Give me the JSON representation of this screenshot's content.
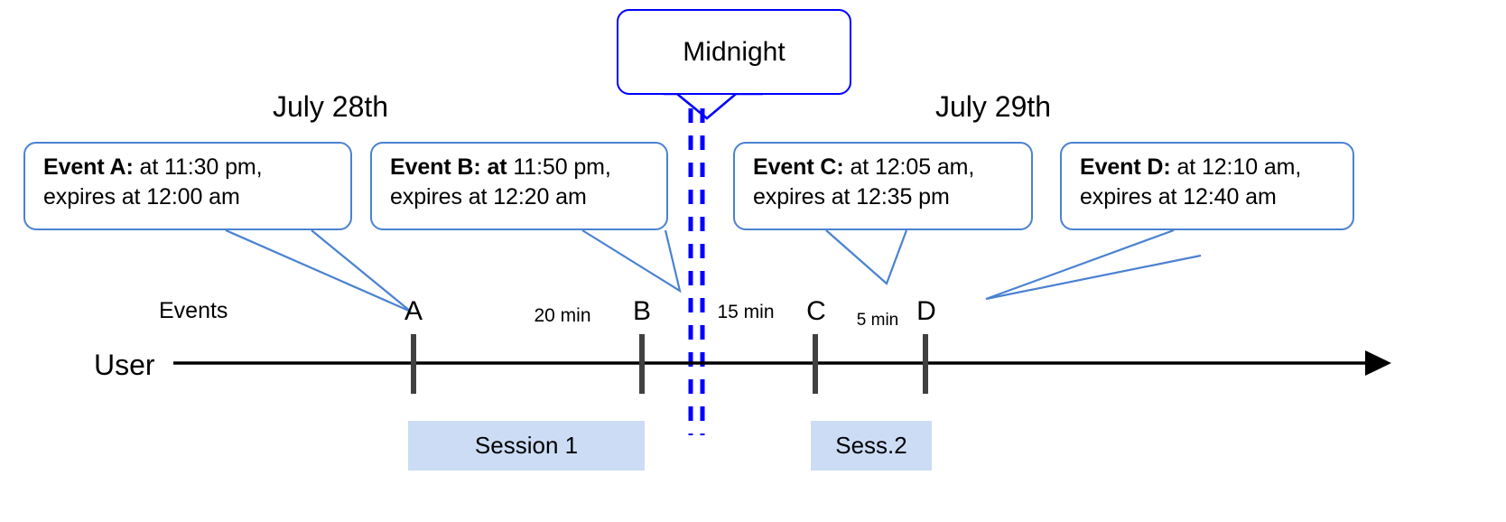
{
  "diagram": {
    "title": "Event expiry across midnight timeline",
    "colors": {
      "callout_border": "#4a82d1",
      "midnight_blue": "#0000ff",
      "session_fill": "#ccdcf5",
      "axis": "#000000",
      "tick": "#404040"
    }
  },
  "midnight": {
    "label": "Midnight"
  },
  "dates": [
    {
      "label": "July 28th"
    },
    {
      "label": "July 29th"
    }
  ],
  "axis": {
    "row_label": "User",
    "events_label": "Events"
  },
  "callouts": [
    {
      "id": "event-a",
      "name_bold": "Event A:",
      "line1_rest": " at 11:30 pm,",
      "line2": "expires at 12:00 am"
    },
    {
      "id": "event-b",
      "name_bold": "Event B: at",
      "line1_rest": " 11:50 pm,",
      "line2": "expires at 12:20 am"
    },
    {
      "id": "event-c",
      "name_bold": "Event C:",
      "line1_rest": " at 12:05 am,",
      "line2": "expires at 12:35 pm"
    },
    {
      "id": "event-d",
      "name_bold": "Event D:",
      "line1_rest": "  at 12:10 am,",
      "line2": "expires at 12:40 am"
    }
  ],
  "events": [
    {
      "letter": "A"
    },
    {
      "letter": "B"
    },
    {
      "letter": "C"
    },
    {
      "letter": "D"
    }
  ],
  "intervals": [
    {
      "label": "20 min"
    },
    {
      "label": "15 min"
    },
    {
      "label": "5 min"
    }
  ],
  "sessions": [
    {
      "label": "Session 1"
    },
    {
      "label": "Sess.2"
    }
  ]
}
